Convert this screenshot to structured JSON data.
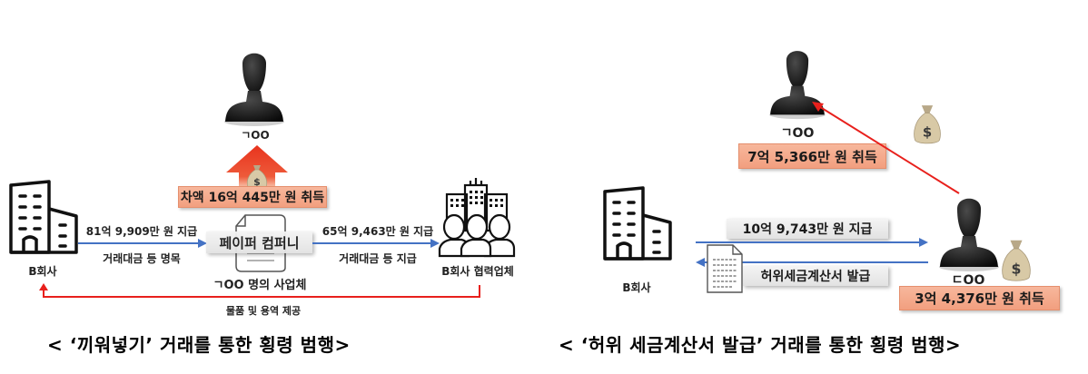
{
  "left_diagram": {
    "person_label": "ㄱOO",
    "profit_label": "차액 16억 445만 원 취득",
    "company_b_label": "B회사",
    "payment_in_amount": "81억 9,909만 원 지급",
    "payment_in_note": "거래대금 등 명목",
    "paper_company_label": "페이퍼 컴퍼니",
    "paper_company_sub": "ㄱOO 명의 사업체",
    "payment_out_amount": "65억 9,463만 원 지급",
    "payment_out_note": "거래대금 등 지급",
    "partner_label": "B회사 협력업체",
    "goods_flow_label": "물품 및 용역 제공",
    "caption": "< ‘끼워넣기’  거래를 통한 횡령 범행>"
  },
  "right_diagram": {
    "person_top_label": "ㄱOO",
    "person_top_profit": "7억 5,366만 원 취득",
    "company_b_label": "B회사",
    "payment_label": "10억 9,743만 원 지급",
    "invoice_label": "허위세금계산서 발급",
    "person_right_label": "ㄷOO",
    "person_right_profit": "3억 4,376만 원 취득",
    "caption": "< ‘허위 세금계산서 발급’  거래를 통한 횡령 범행>"
  },
  "colors": {
    "blue_arrow": "#4472c4",
    "red_arrow": "#e8201c",
    "orange_box": "#f4a98a",
    "up_arrow_red": "#e8331d"
  }
}
